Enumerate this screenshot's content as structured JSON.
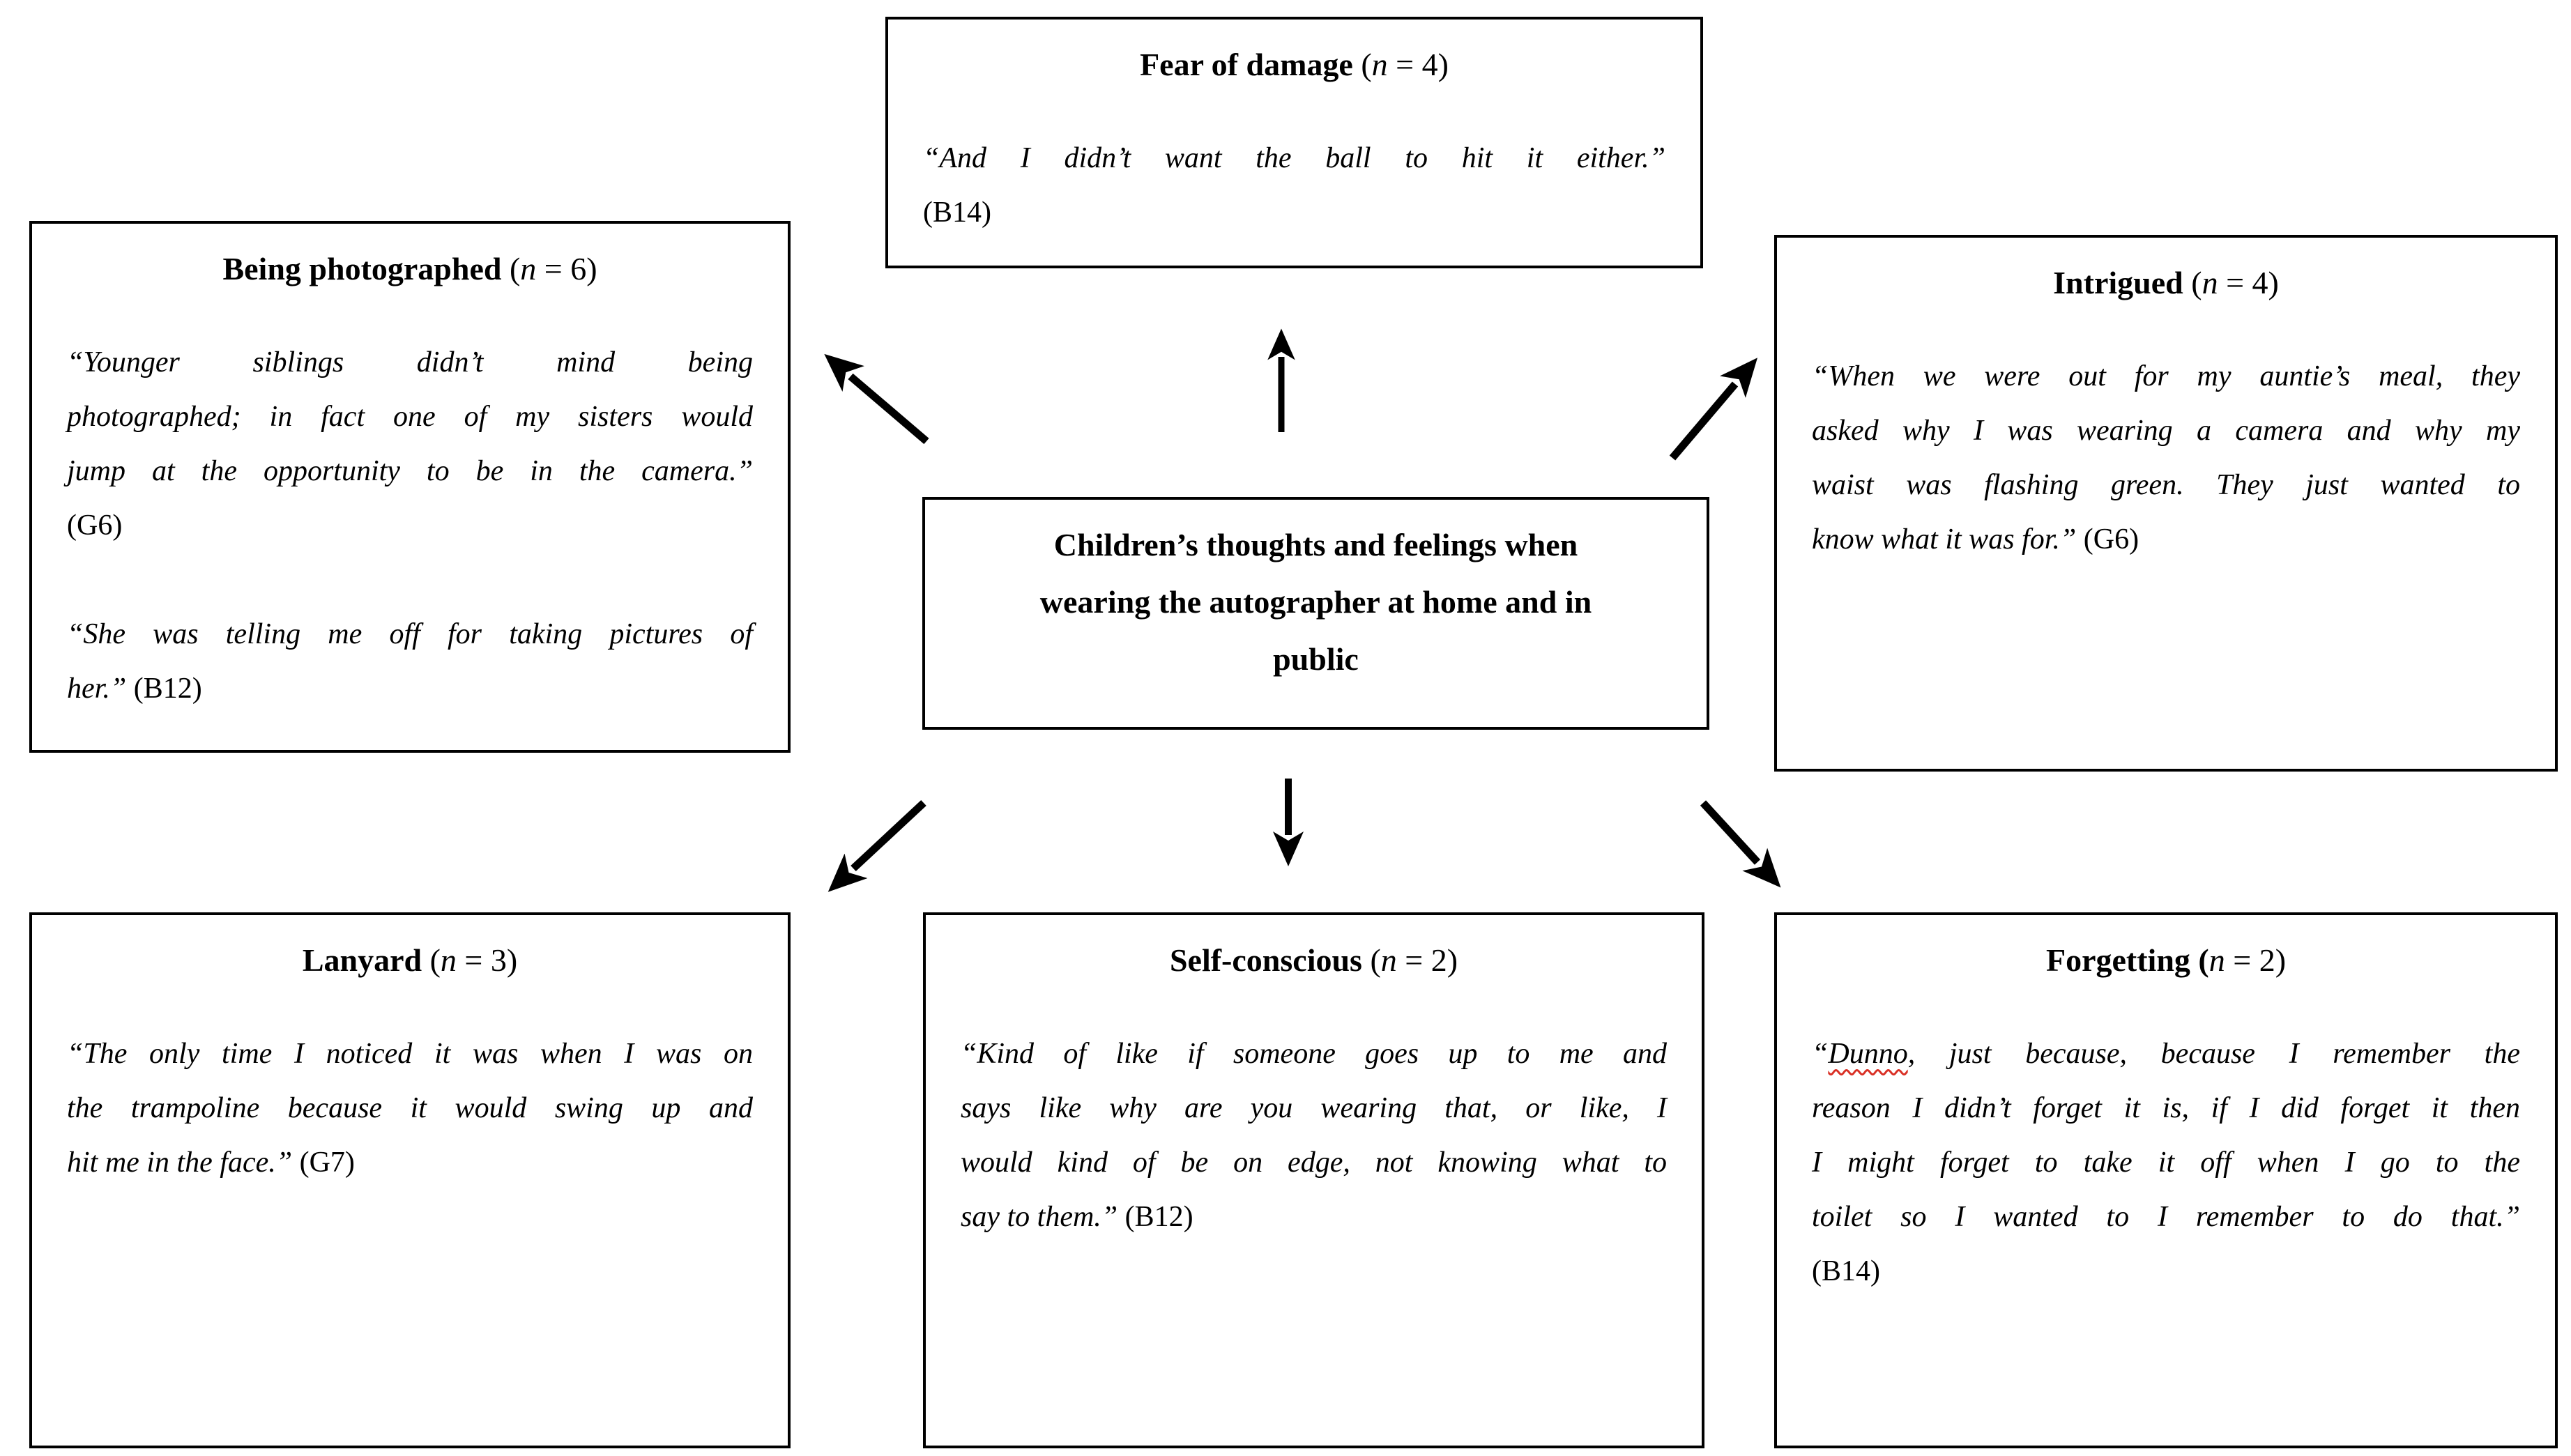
{
  "figure": {
    "center": {
      "title_lines": [
        "Children’s thoughts and feelings when",
        "wearing the autographer at home and in",
        "public"
      ]
    },
    "boxes": [
      {
        "id": "fear-of-damage",
        "title": {
          "bold": "Fear of damage",
          "open": " (",
          "n": "n",
          "close": " = 4)"
        },
        "quotes": [
          {
            "lines": [
              {
                "t": "“And I didn’t want the ball to hit it either.”"
              },
              {
                "c": "(B14)"
              }
            ]
          }
        ]
      },
      {
        "id": "being-photographed",
        "title": {
          "bold": "Being photographed",
          "open": " (",
          "n": "n",
          "close": " = 6)"
        },
        "quotes": [
          {
            "lines": [
              {
                "t": "“Younger siblings didn’t mind being"
              },
              {
                "t": "photographed; in fact one of my sisters would"
              },
              {
                "t": "jump at the opportunity to be in the camera.”"
              },
              {
                "c": "(G6)"
              }
            ]
          },
          {
            "lines": [
              {
                "t": "“She was telling me off for taking pictures of"
              },
              {
                "t": "her.”",
                "c": "(B12)"
              }
            ]
          }
        ]
      },
      {
        "id": "intrigued",
        "title": {
          "bold": "Intrigued",
          "open": " (",
          "n": "n",
          "close": " = 4)"
        },
        "quotes": [
          {
            "lines": [
              {
                "t": "“When we were out for my auntie’s meal, they"
              },
              {
                "t": "asked why I was wearing a camera and why my"
              },
              {
                "t": "waist was flashing green. They just wanted to"
              },
              {
                "t": "know what it was for.”",
                "c": "(G6)"
              }
            ]
          }
        ]
      },
      {
        "id": "lanyard",
        "title": {
          "bold": "Lanyard",
          "open": " (",
          "n": "n",
          "close": " = 3)"
        },
        "quotes": [
          {
            "lines": [
              {
                "t": "“The only time I noticed it was when I was on"
              },
              {
                "t": "the trampoline because it would swing up and"
              },
              {
                "t": "hit me in the face.”",
                "c": "(G7)"
              }
            ]
          }
        ]
      },
      {
        "id": "self-conscious",
        "title": {
          "bold": "Self-conscious",
          "open": " (",
          "n": "n",
          "close": " = 2)"
        },
        "quotes": [
          {
            "lines": [
              {
                "t": "“Kind of like if someone goes up to me and"
              },
              {
                "t": "says like why are you wearing that, or like, I"
              },
              {
                "t": "would kind of be on edge, not knowing what to"
              },
              {
                "t": "say to them.”",
                "c": "(B12)"
              }
            ]
          }
        ]
      },
      {
        "id": "forgetting",
        "title": {
          "bold": "Forgetting (",
          "open": "",
          "n": "n",
          "close": " = 2)"
        },
        "quotes": [
          {
            "lines": [
              {
                "pre": "“",
                "u": "Dunno",
                "t": ", just because, because I remember the"
              },
              {
                "t": "reason I didn’t forget it is, if I did forget it then"
              },
              {
                "t": "I might forget to take it off when I go to the"
              },
              {
                "t": "toilet so I wanted to I remember to do that.”"
              },
              {
                "c": "(B14)"
              }
            ]
          }
        ]
      }
    ]
  }
}
